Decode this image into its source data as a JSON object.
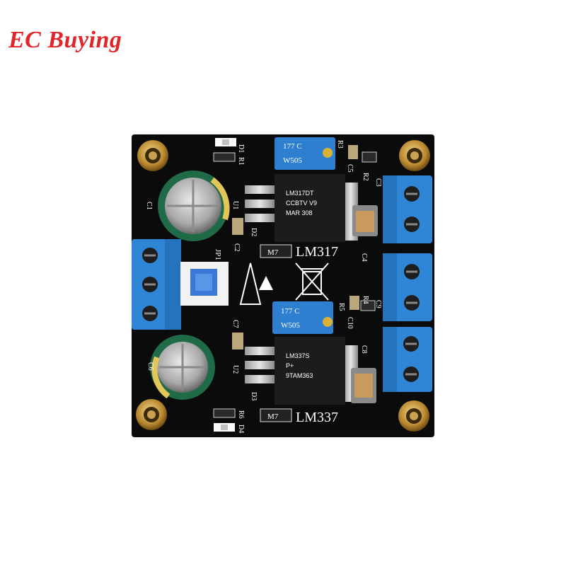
{
  "brand": {
    "logo_text": "EC Buying",
    "color": "#e0262a"
  },
  "board": {
    "pcb_color": "#0b0b0b",
    "terminal_color": "#2f86d6",
    "regulator_top": "LM317",
    "regulator_bottom": "LM337",
    "pot_marking": "177 C",
    "pot_code": "W505",
    "chip_top_lines": [
      "LM317DT",
      "CCBTV V9",
      "MAR 308"
    ],
    "chip_bottom_lines": [
      "LM337S",
      "P+",
      "9TAM363"
    ],
    "diode_marking": "M7",
    "jumper_label": "JP1",
    "refs": [
      "D1",
      "R1",
      "R3",
      "C5",
      "R2",
      "C3",
      "C1",
      "U1",
      "D2",
      "C2",
      "C4",
      "R5",
      "C10",
      "R4",
      "C9",
      "C7",
      "C8",
      "C6",
      "U2",
      "D3",
      "R6",
      "D4"
    ]
  }
}
